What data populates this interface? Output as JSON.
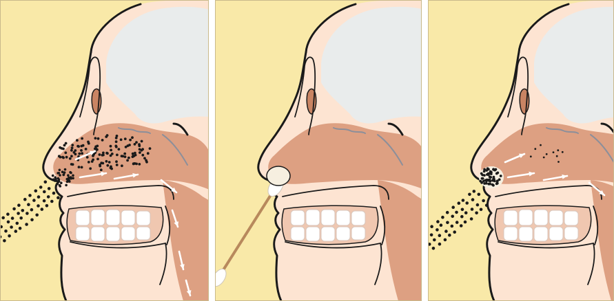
{
  "figure": {
    "panel_count": 3,
    "panels": [
      {
        "id": "particles-inhaled",
        "filter": "none",
        "tool": "none"
      },
      {
        "id": "swab-application",
        "filter": "applied",
        "tool": "cotton-swab"
      },
      {
        "id": "particles-blocked",
        "filter": "applied",
        "tool": "none"
      }
    ]
  },
  "colors": {
    "background": "#f9e9a8",
    "skin": "#fde4d2",
    "skin_mid": "#f2c3a4",
    "airway": "#dda082",
    "airway_dark": "#c98463",
    "brain": "#e9ecec",
    "outline": "#1a1a1a",
    "teeth": "#ffffff",
    "gum": "#f0c7b0",
    "frame_border": "#c9b98a",
    "swab_stick": "#b8895c",
    "filter": "#f6efe0",
    "particle": "#1a1a1a",
    "arrow": "#ffffff"
  },
  "icons": [
    "head-profile-icon",
    "airflow-arrow-icon",
    "particle-dot-icon",
    "cotton-swab-icon",
    "nasal-filter-icon"
  ]
}
